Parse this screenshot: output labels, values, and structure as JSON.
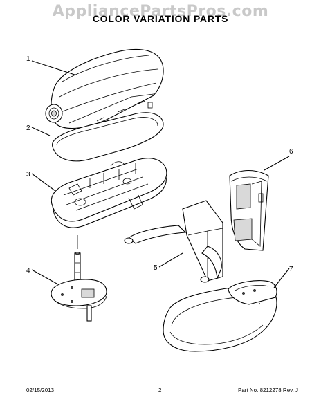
{
  "watermark": "AppliancePartsPros.com",
  "title": "COLOR VARIATION PARTS",
  "callouts": [
    "1",
    "2",
    "3",
    "4",
    "5",
    "6",
    "7"
  ],
  "footer": {
    "date": "02/15/2013",
    "page": "2",
    "part": "Part No. 8212278  Rev. J"
  }
}
